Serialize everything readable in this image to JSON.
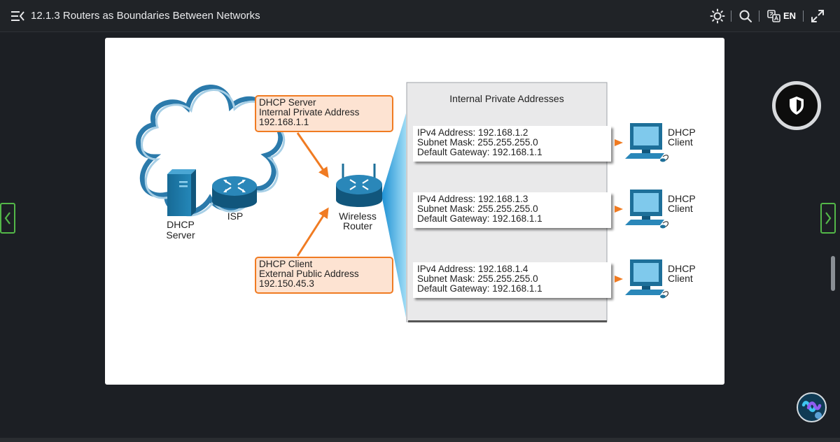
{
  "header": {
    "title": "12.1.3 Routers as Boundaries Between Networks",
    "language": "EN"
  },
  "diagram": {
    "cloud": {
      "server_label_1": "DHCP",
      "server_label_2": "Server",
      "isp_label": "ISP"
    },
    "router": {
      "label_1": "Wireless",
      "label_2": "Router"
    },
    "dhcp_server_box": {
      "line1": "DHCP Server",
      "line2": "Internal Private Address",
      "line3": "192.168.1.1"
    },
    "dhcp_client_box": {
      "line1": "DHCP Client",
      "line2": "External Public Address",
      "line3": "192.150.45.3"
    },
    "panel_title": "Internal Private Addresses",
    "clients": [
      {
        "ipv4": "IPv4 Address: 192.168.1.2",
        "mask": "Subnet Mask: 255.255.255.0",
        "gateway": "Default Gateway: 192.168.1.1",
        "label_1": "DHCP",
        "label_2": "Client"
      },
      {
        "ipv4": "IPv4 Address: 192.168.1.3",
        "mask": "Subnet Mask: 255.255.255.0",
        "gateway": "Default Gateway: 192.168.1.1",
        "label_1": "DHCP",
        "label_2": "Client"
      },
      {
        "ipv4": "IPv4 Address: 192.168.1.4",
        "mask": "Subnet Mask: 255.255.255.0",
        "gateway": "Default Gateway: 192.168.1.1",
        "label_1": "DHCP",
        "label_2": "Client"
      }
    ]
  },
  "colors": {
    "accent_green": "#53b748",
    "callout_border": "#f07b22",
    "callout_fill": "#fde3d2",
    "network_blue": "#1d6f99"
  },
  "icons": [
    "menu-collapse-icon",
    "brightness-icon",
    "search-icon",
    "translate-icon",
    "expand-icon",
    "chevron-left-icon",
    "chevron-right-icon",
    "shield-icon",
    "webex-icon"
  ]
}
